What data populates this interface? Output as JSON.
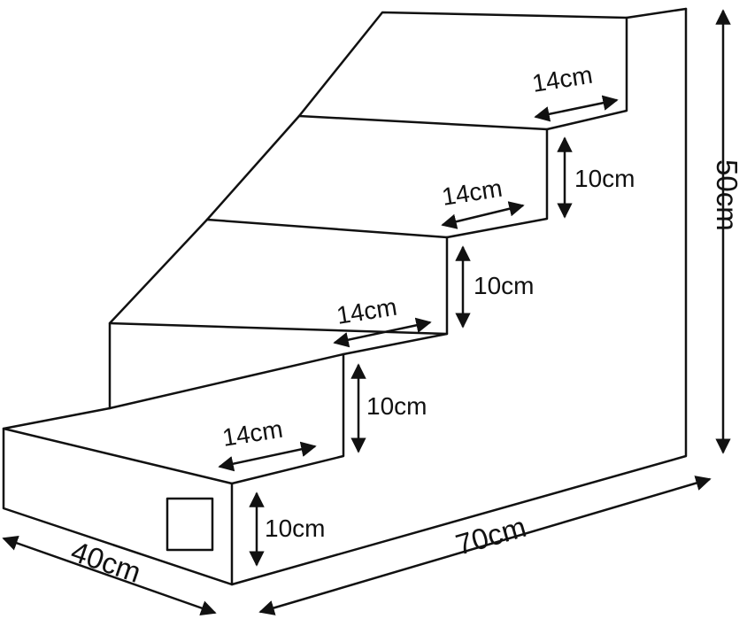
{
  "dimensions": {
    "step_depth_1": "14cm",
    "step_depth_2": "14cm",
    "step_depth_3": "14cm",
    "step_depth_4": "14cm",
    "step_height_1": "10cm",
    "step_height_2": "10cm",
    "step_height_3": "10cm",
    "step_height_4": "10cm",
    "total_height": "50cm",
    "total_length": "70cm",
    "total_width": "40cm"
  },
  "colors": {
    "line": "#111111",
    "background": "#ffffff"
  }
}
